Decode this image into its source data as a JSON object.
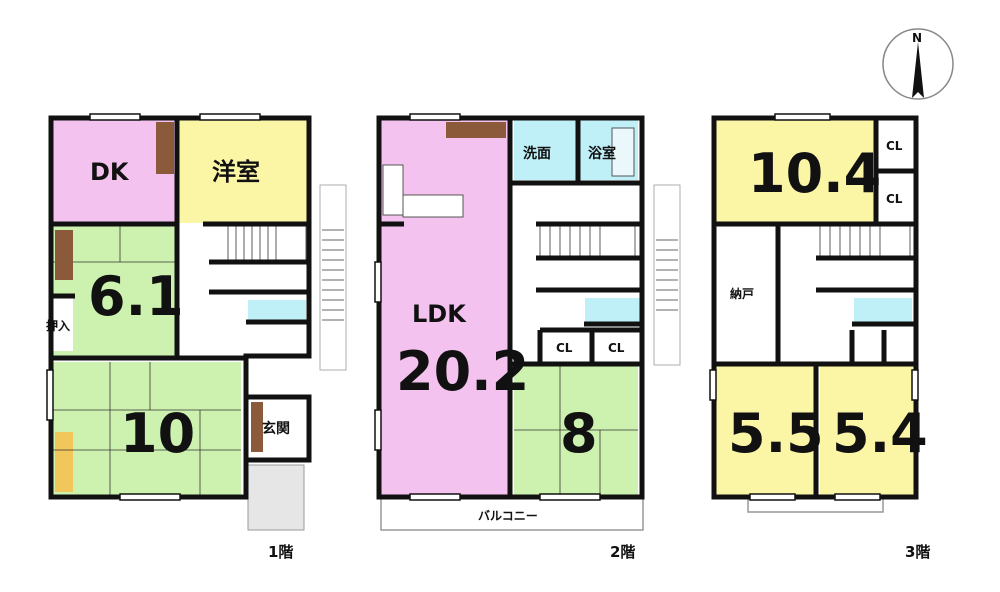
{
  "compass": {
    "north_label": "N"
  },
  "floor1": {
    "label": "1階",
    "rooms": {
      "dk": "DK",
      "western": "洋室",
      "r61": "6.1",
      "oshiire": "押入",
      "r10": "10",
      "genkan": "玄関"
    }
  },
  "floor2": {
    "label": "2階",
    "rooms": {
      "ldk": "LDK",
      "ldk_size": "20.2",
      "wash": "洗面",
      "bath": "浴室",
      "cl1": "CL",
      "cl2": "CL",
      "r8": "8",
      "balcony": "バルコニー"
    }
  },
  "floor3": {
    "label": "3階",
    "rooms": {
      "r104": "10.4",
      "cl1": "CL",
      "cl2": "CL",
      "nando": "納戸",
      "r55": "5.5",
      "r54": "5.4"
    }
  },
  "colors": {
    "wall": "#111111",
    "pink": "#f4c2ee",
    "yellow": "#fbf5a6",
    "green": "#cdf2b0",
    "blue": "#bff0f8",
    "brown": "#8a5a3a",
    "gray": "#cccccc"
  }
}
